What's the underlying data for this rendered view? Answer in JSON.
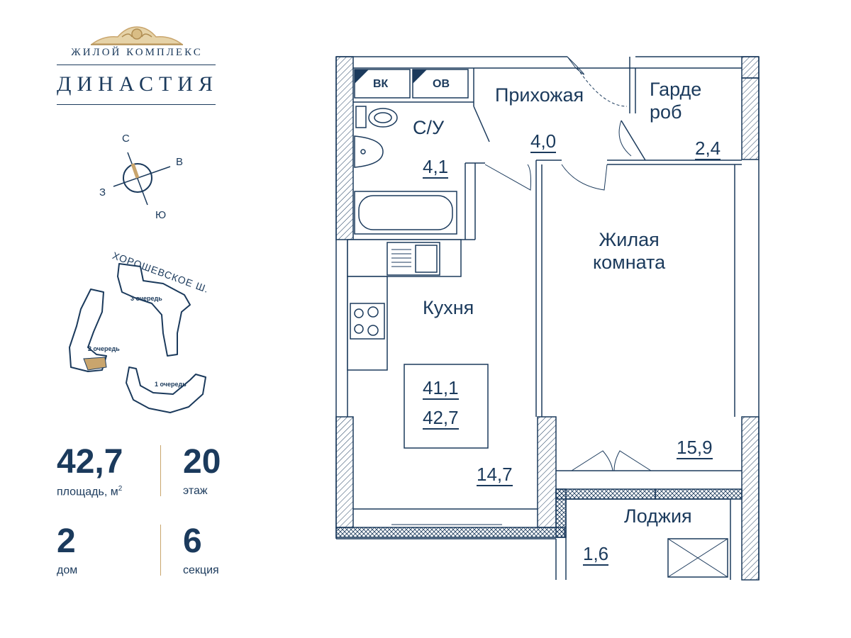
{
  "logo": {
    "line1": "ЖИЛОЙ КОМПЛЕКС",
    "line2": "ДИНАСТИЯ"
  },
  "compass": {
    "north": "С",
    "east": "В",
    "south": "Ю",
    "west": "З"
  },
  "site_plan": {
    "street": "ХОРОШЕВСКОЕ Ш.",
    "queue1": "1 очередь",
    "queue2": "2 очередь",
    "queue3": "3 очередь"
  },
  "stats": {
    "area_value": "42,7",
    "area_label": "площадь, м",
    "area_unit_sup": "2",
    "floor_value": "20",
    "floor_label": "этаж",
    "house_value": "2",
    "house_label": "дом",
    "section_value": "6",
    "section_label": "секция"
  },
  "floorplan": {
    "vk": "ВК",
    "ov": "ОВ",
    "bathroom_label": "С/У",
    "bathroom_area": "4,1",
    "hall_label": "Прихожая",
    "hall_area": "4,0",
    "wardrobe_label_1": "Гарде",
    "wardrobe_label_2": "роб",
    "wardrobe_area": "2,4",
    "living_label_1": "Жилая",
    "living_label_2": "комната",
    "living_area": "15,9",
    "kitchen_label": "Кухня",
    "kitchen_area": "14,7",
    "total_living": "41,1",
    "total_area": "42,7",
    "loggia_label": "Лоджия",
    "loggia_area": "1,6"
  },
  "colors": {
    "primary": "#1b3a5c",
    "accent": "#c9a56d",
    "wall_hatch": "#1b3a5c"
  }
}
